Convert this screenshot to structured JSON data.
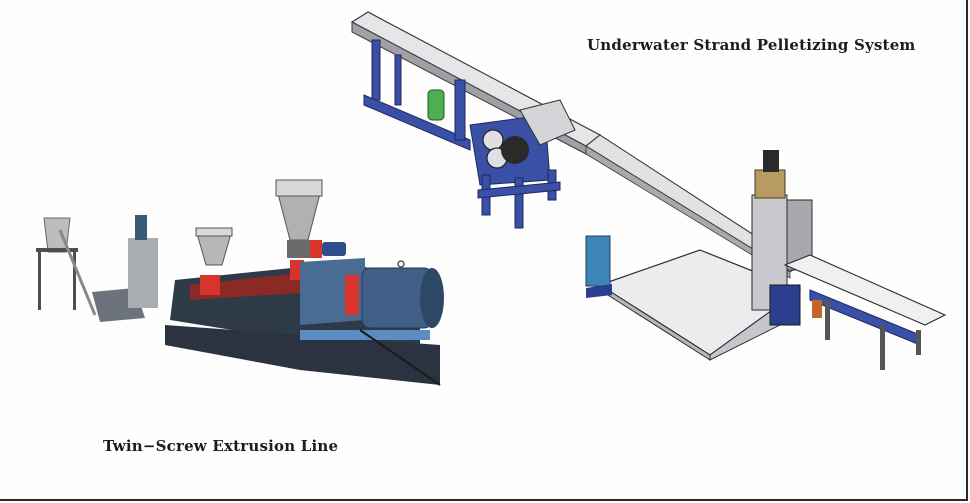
{
  "figure": {
    "captions": {
      "pelletizer": "Underwater Strand Pelletizing System",
      "extruder": "Twin−Screw Extrusion Line"
    },
    "illustrations": [
      {
        "id": "twin-screw-extrusion-line",
        "kind": "photo",
        "label_ref": "captions.extruder"
      },
      {
        "id": "underwater-strand-pelletizing-system",
        "kind": "cad-render",
        "label_ref": "captions.pelletizer"
      }
    ],
    "colors": {
      "background": "#ffffff",
      "frame_border": "#2a2a2a",
      "caption_text": "#1c1c1c",
      "machine_blue": "#2f4d8c",
      "extruder_steel_blue": "#4a6c93",
      "accent_red": "#d8342c",
      "cad_frame_blue": "#3a4fa6",
      "cad_panel_gray": "#d9d9dc",
      "cad_motor_green": "#4caf50"
    }
  }
}
